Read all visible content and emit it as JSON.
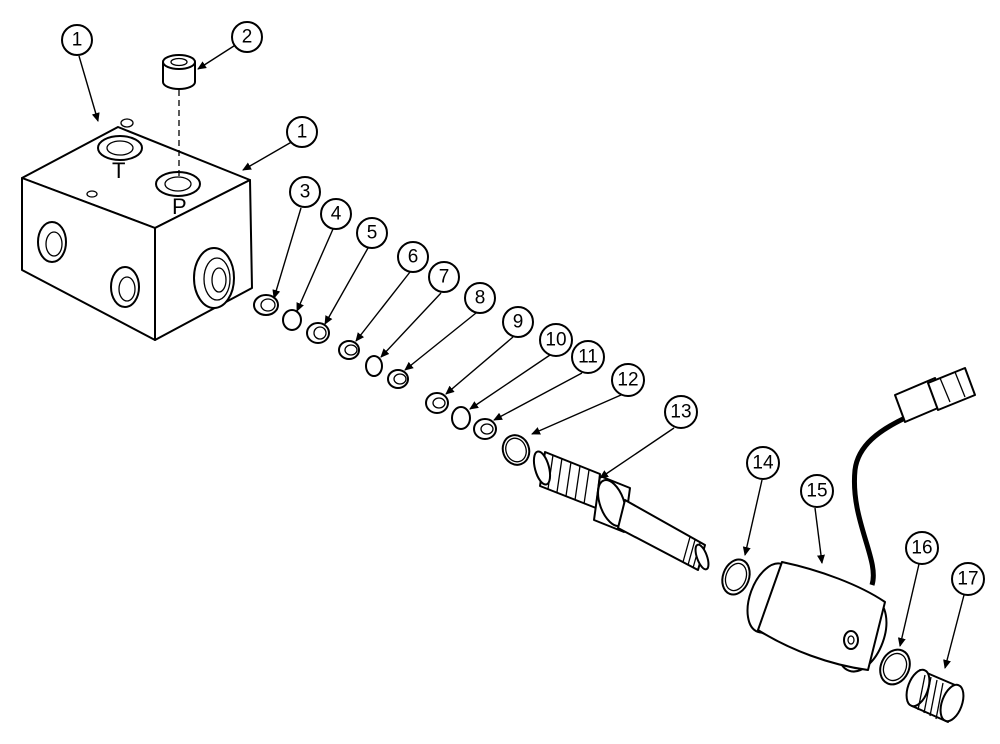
{
  "callouts": [
    "1",
    "2",
    "1",
    "3",
    "4",
    "5",
    "6",
    "7",
    "8",
    "9",
    "10",
    "11",
    "12",
    "13",
    "14",
    "15",
    "16",
    "17"
  ],
  "port_labels": {
    "tank": "T",
    "pressure": "P"
  }
}
